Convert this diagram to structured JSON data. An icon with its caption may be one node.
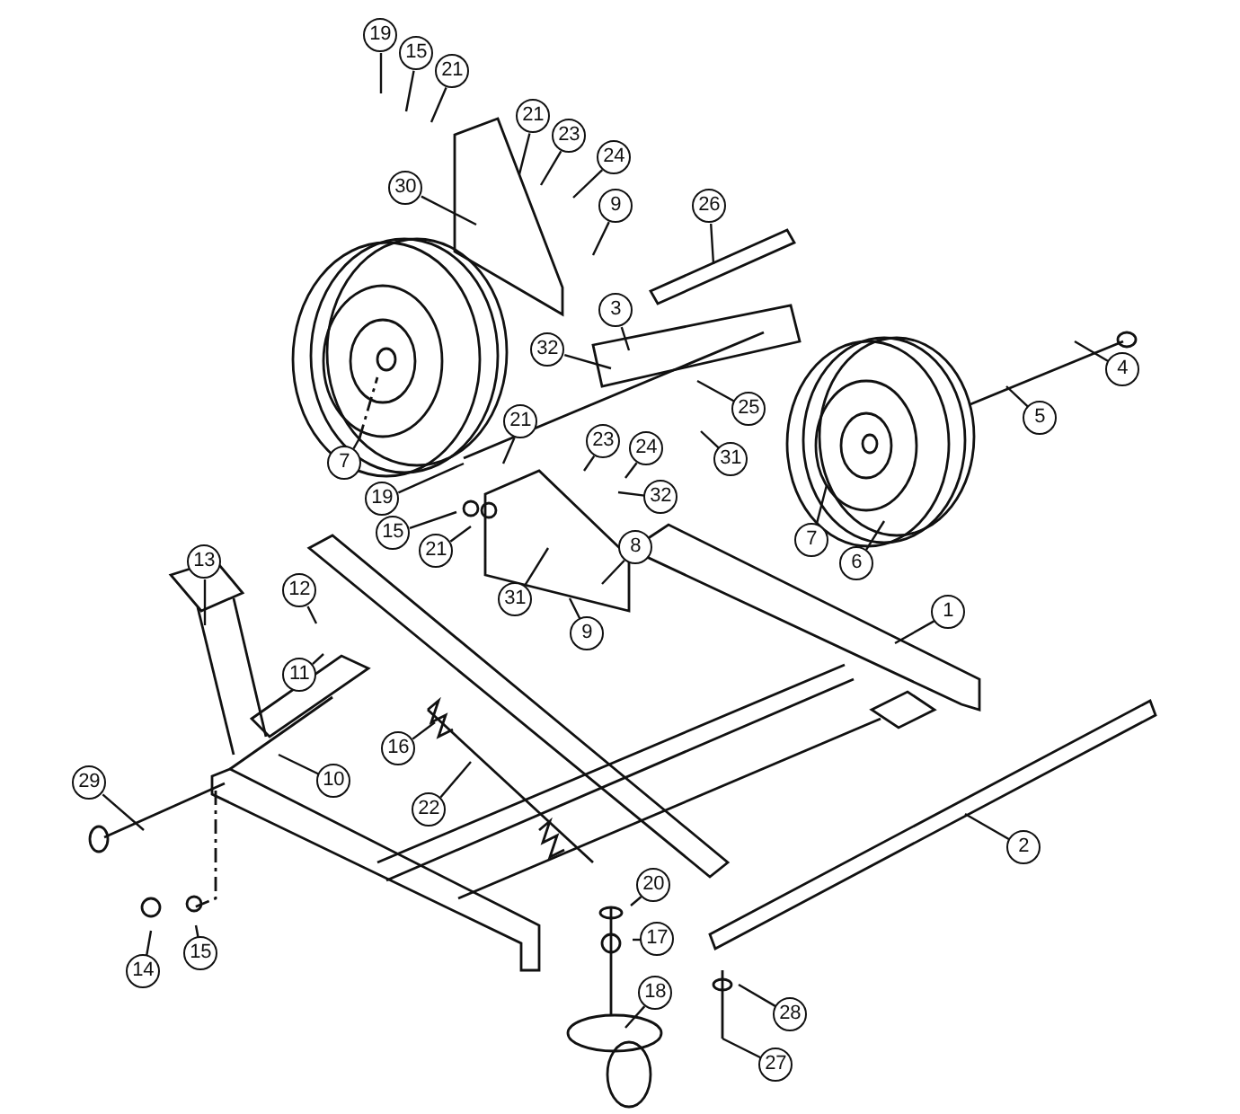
{
  "diagram": {
    "nodes": [
      {
        "text": [
          "19"
        ]
      },
      {
        "text": [
          "15"
        ]
      },
      {
        "text": [
          "21"
        ]
      },
      {
        "text": [
          "21"
        ]
      },
      {
        "text": [
          "23"
        ]
      },
      {
        "text": [
          "24"
        ]
      },
      {
        "text": [
          "30"
        ]
      },
      {
        "text": [
          "9"
        ]
      },
      {
        "text": [
          "26"
        ]
      },
      {
        "text": [
          "3"
        ]
      },
      {
        "text": [
          "32"
        ]
      },
      {
        "text": [
          "4"
        ]
      },
      {
        "text": [
          "25"
        ]
      },
      {
        "text": [
          "5"
        ]
      },
      {
        "text": [
          "21"
        ]
      },
      {
        "text": [
          "23"
        ]
      },
      {
        "text": [
          "24"
        ]
      },
      {
        "text": [
          "31"
        ]
      },
      {
        "text": [
          "7"
        ]
      },
      {
        "text": [
          "32"
        ]
      },
      {
        "text": [
          "19"
        ]
      },
      {
        "text": [
          "8"
        ]
      },
      {
        "text": [
          "15"
        ]
      },
      {
        "text": [
          "7"
        ]
      },
      {
        "text": [
          "21"
        ]
      },
      {
        "text": [
          "13"
        ]
      },
      {
        "text": [
          "6"
        ]
      },
      {
        "text": [
          "12"
        ]
      },
      {
        "text": [
          "31"
        ]
      },
      {
        "text": [
          "1"
        ]
      },
      {
        "text": [
          "9"
        ]
      },
      {
        "text": [
          "11"
        ]
      },
      {
        "text": [
          "10"
        ]
      },
      {
        "text": [
          "16"
        ]
      },
      {
        "text": [
          "29"
        ]
      },
      {
        "text": [
          "22"
        ]
      },
      {
        "text": [
          "2"
        ]
      },
      {
        "text": [
          "20"
        ]
      },
      {
        "text": [
          "17"
        ]
      },
      {
        "text": [
          "15"
        ]
      },
      {
        "text": [
          "14"
        ]
      },
      {
        "text": [
          "18"
        ]
      },
      {
        "text": [
          "28"
        ]
      },
      {
        "text": [
          "27"
        ]
      }
    ],
    "edges": [
      {
        "from": 0,
        "to": null,
        "arrow": "none"
      },
      {
        "from": 1,
        "to": null,
        "arrow": "none"
      },
      {
        "from": 2,
        "to": null,
        "arrow": "none"
      },
      {
        "from": 3,
        "to": null,
        "arrow": "none"
      },
      {
        "from": 4,
        "to": null,
        "arrow": "none"
      },
      {
        "from": 5,
        "to": null,
        "arrow": "none"
      },
      {
        "from": 6,
        "to": null,
        "arrow": "none"
      },
      {
        "from": 7,
        "to": null,
        "arrow": "none"
      },
      {
        "from": 8,
        "to": null,
        "arrow": "none"
      },
      {
        "from": 9,
        "to": null,
        "arrow": "none"
      },
      {
        "from": 10,
        "to": null,
        "arrow": "none"
      },
      {
        "from": 11,
        "to": null,
        "arrow": "none"
      },
      {
        "from": 12,
        "to": null,
        "arrow": "none"
      },
      {
        "from": 13,
        "to": null,
        "arrow": "none"
      },
      {
        "from": 14,
        "to": null,
        "arrow": "none"
      },
      {
        "from": 15,
        "to": null,
        "arrow": "none"
      },
      {
        "from": 16,
        "to": null,
        "arrow": "none"
      },
      {
        "from": 17,
        "to": null,
        "arrow": "none"
      },
      {
        "from": 18,
        "to": null,
        "arrow": "none"
      },
      {
        "from": 19,
        "to": null,
        "arrow": "none"
      },
      {
        "from": 20,
        "to": null,
        "arrow": "none"
      },
      {
        "from": 21,
        "to": null,
        "arrow": "none"
      },
      {
        "from": 22,
        "to": null,
        "arrow": "none"
      },
      {
        "from": 23,
        "to": null,
        "arrow": "none"
      },
      {
        "from": 24,
        "to": null,
        "arrow": "none"
      },
      {
        "from": 25,
        "to": null,
        "arrow": "none"
      },
      {
        "from": 26,
        "to": null,
        "arrow": "none"
      },
      {
        "from": 27,
        "to": null,
        "arrow": "none"
      },
      {
        "from": 28,
        "to": null,
        "arrow": "none"
      },
      {
        "from": 29,
        "to": null,
        "arrow": "none"
      },
      {
        "from": 30,
        "to": null,
        "arrow": "none"
      },
      {
        "from": 31,
        "to": null,
        "arrow": "none"
      },
      {
        "from": 32,
        "to": null,
        "arrow": "none"
      },
      {
        "from": 33,
        "to": null,
        "arrow": "none"
      },
      {
        "from": 34,
        "to": null,
        "arrow": "none"
      },
      {
        "from": 35,
        "to": null,
        "arrow": "none"
      },
      {
        "from": 36,
        "to": null,
        "arrow": "none"
      },
      {
        "from": 37,
        "to": null,
        "arrow": "none"
      },
      {
        "from": 38,
        "to": null,
        "arrow": "none"
      },
      {
        "from": 39,
        "to": null,
        "arrow": "none"
      },
      {
        "from": 40,
        "to": null,
        "arrow": "none"
      },
      {
        "from": 41,
        "to": null,
        "arrow": "none"
      },
      {
        "from": 42,
        "to": null,
        "arrow": "none"
      },
      {
        "from": 43,
        "to": null,
        "arrow": "none"
      }
    ]
  }
}
